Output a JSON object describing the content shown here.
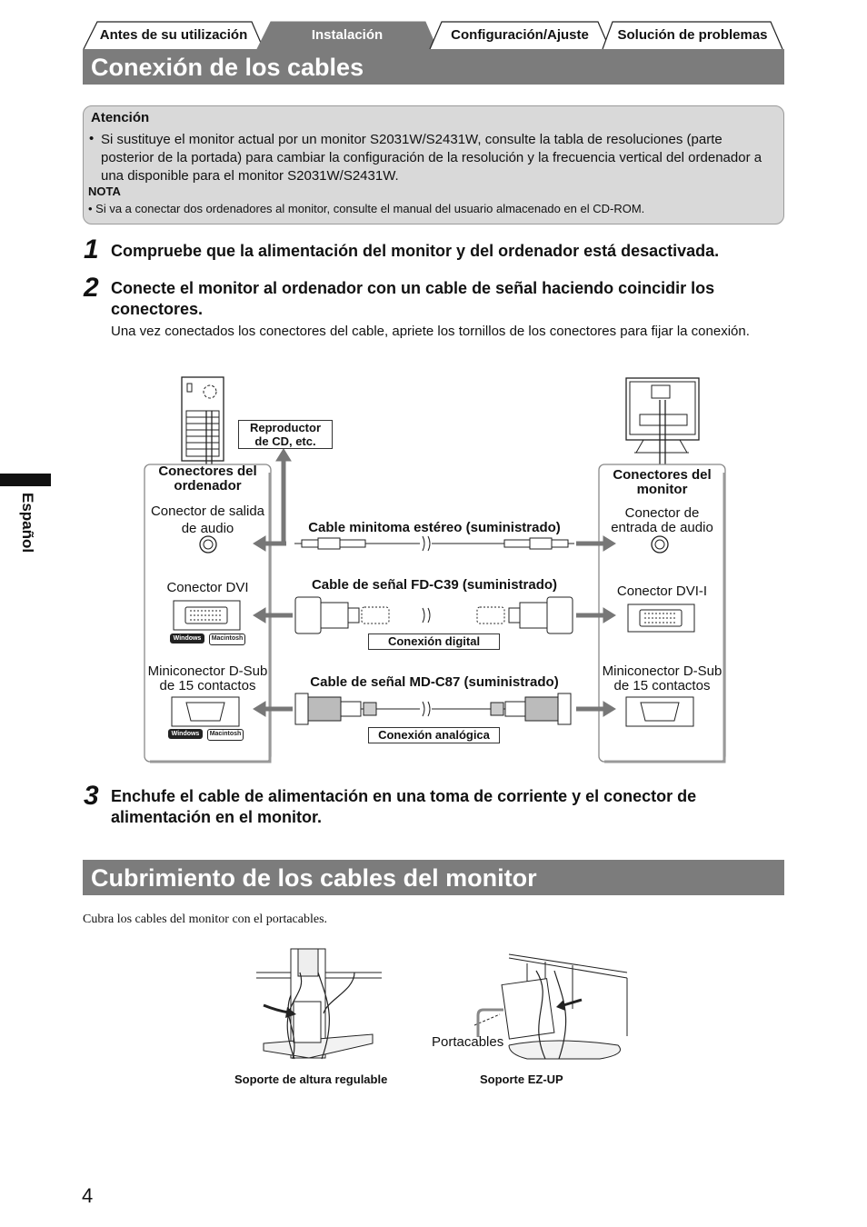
{
  "tabs": [
    {
      "label": "Antes de su utilización",
      "active": false
    },
    {
      "label": "Instalación",
      "active": true
    },
    {
      "label": "Configuración/Ajuste",
      "active": false
    },
    {
      "label": "Solución de problemas",
      "active": false
    }
  ],
  "section1": {
    "title": "Conexión de los cables"
  },
  "attention": {
    "heading": "Atención",
    "bullet": "•",
    "text": "Si sustituye el monitor actual por un monitor S2031W/S2431W, consulte la tabla de resoluciones (parte posterior de la portada) para cambiar la configuración de la resolución y la frecuencia vertical del ordenador a una disponible para el monitor S2031W/S2431W.",
    "note_heading": "NOTA",
    "note_text": "• Si va a conectar dos ordenadores al monitor, consulte el manual del usuario almacenado en el CD-ROM."
  },
  "steps": [
    {
      "num": "1",
      "text": "Compruebe que la alimentación del monitor y del ordenador está desactivada."
    },
    {
      "num": "2",
      "text": "Conecte el monitor al ordenador con un cable de señal haciendo coincidir los conectores.",
      "detail": "Una vez conectados los conectores del cable, apriete los tornillos de los conectores para fijar la conexión."
    },
    {
      "num": "3",
      "text": "Enchufe el cable de alimentación en una toma de corriente y el conector de alimentación en el monitor."
    }
  ],
  "diagram": {
    "cd_player": "Reproductor de CD, etc.",
    "pc_connectors": "Conectores del ordenador",
    "monitor_connectors": "Conectores del monitor",
    "audio_out": "Conector de salida de audio",
    "audio_in": "Conector de entrada de audio",
    "audio_cable": "Cable minitoma estéreo (suministrado)",
    "dvi_pc": "Conector DVI",
    "dvi_monitor": "Conector DVI-I",
    "dvi_cable": "Cable de señal FD-C39 (suministrado)",
    "digital": "Conexión digital",
    "dsub_pc": "Miniconector D-Sub de 15 contactos",
    "dsub_monitor": "Miniconector D-Sub de 15 contactos",
    "analog_cable": "Cable de señal MD-C87 (suministrado)",
    "analog": "Conexión analógica",
    "windows": "Windows",
    "macintosh": "Macintosh"
  },
  "side_label": "Español",
  "section2": {
    "title": "Cubrimiento de los cables del monitor",
    "intro": "Cubra los cables del monitor con el portacables.",
    "holder_label": "Portacables",
    "caption_left": "Soporte de altura regulable",
    "caption_right": "Soporte EZ-UP"
  },
  "page_number": "4"
}
